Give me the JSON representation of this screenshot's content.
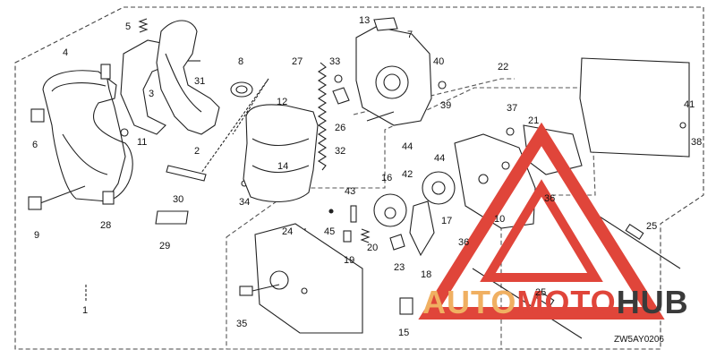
{
  "diagram": {
    "drawing_code": "ZW5AY0206",
    "callouts": [
      "1",
      "2",
      "3",
      "4",
      "5",
      "6",
      "7",
      "8",
      "9",
      "10",
      "11",
      "12",
      "13",
      "14",
      "15",
      "16",
      "17",
      "18",
      "19",
      "20",
      "21",
      "22",
      "23",
      "24",
      "25",
      "25",
      "26",
      "27",
      "28",
      "29",
      "30",
      "31",
      "32",
      "33",
      "34",
      "35",
      "36",
      "36",
      "37",
      "38",
      "39",
      "40",
      "41",
      "42",
      "43",
      "44",
      "44",
      "45"
    ]
  },
  "watermark": {
    "part1": "AUTO",
    "part2": "MOTO",
    "part3": "HUB",
    "color_red": "#e0453a",
    "color_orange": "#f0b062",
    "color_dark": "#3a3a3a"
  }
}
